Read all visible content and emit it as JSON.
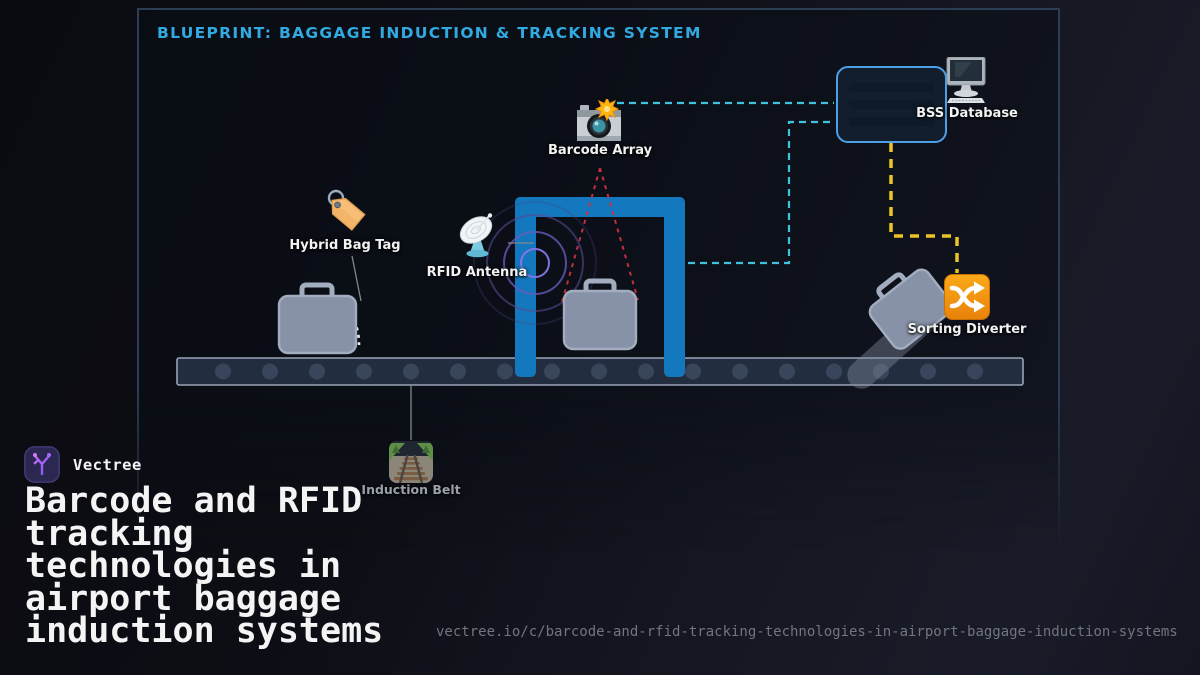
{
  "panel": {
    "title": "BLUEPRINT: BAGGAGE INDUCTION & TRACKING SYSTEM"
  },
  "nodes": {
    "barcode_array": {
      "label": "Barcode Array",
      "icon": "camera-flash-icon"
    },
    "bss_database": {
      "label": "BSS Database",
      "icon": "desktop-computer-icon"
    },
    "hybrid_bag_tag": {
      "label": "Hybrid Bag Tag",
      "icon": "luggage-tag-icon"
    },
    "rfid_antenna": {
      "label": "RFID Antenna",
      "icon": "satellite-dish-icon"
    },
    "sorting_diverter": {
      "label": "Sorting Diverter",
      "icon": "shuffle-arrows-icon"
    },
    "induction_belt": {
      "label": "Induction Belt",
      "icon": "railway-track-icon"
    }
  },
  "branding": {
    "name": "Vectree",
    "logo": "vector-branch-icon"
  },
  "footer": {
    "title_lines": [
      "Barcode and RFID",
      "tracking",
      "technologies in",
      "airport baggage",
      "induction systems"
    ],
    "url": "vectree.io/c/barcode-and-rfid-tracking-technologies-in-airport-baggage-induction-systems"
  },
  "colors": {
    "accent_blue": "#31A9E1",
    "portal_blue": "#1478BE",
    "cyan_link": "#3EC3DE",
    "yellow_link": "#ECC428",
    "red_scan": "#C23040",
    "panel_border": "#2C3E55",
    "belt_fill": "#222E40",
    "suitcase": "#8792A8",
    "diverter_orange": "#F59212",
    "logo_purple": "#A95CF0",
    "label_white": "#F2F2F3",
    "muted_gray": "#9AA0AA",
    "box_fill": "#121E2C",
    "box_stroke": "#4BA0E8"
  }
}
